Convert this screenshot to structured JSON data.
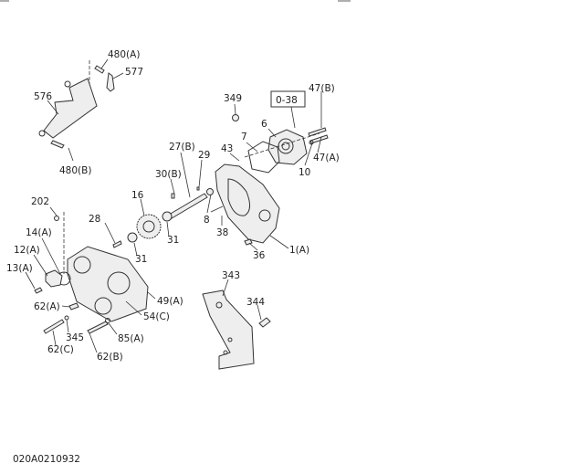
{
  "diagram_code": "020A0210932",
  "labels": {
    "l480a": "480(A)",
    "l577": "577",
    "l576": "576",
    "l480b": "480(B)",
    "l349": "349",
    "l038": "0-38",
    "l47b": "47(B)",
    "l6": "6",
    "l7": "7",
    "l43": "43",
    "l47a": "47(A)",
    "l10": "10",
    "l27b": "27(B)",
    "l29": "29",
    "l30b": "30(B)",
    "l16": "16",
    "l202": "202",
    "l28": "28",
    "l14a": "14(A)",
    "l8": "8",
    "l38": "38",
    "l31a": "31",
    "l12a": "12(A)",
    "l31b": "31",
    "l36": "36",
    "l1a": "1(A)",
    "l13a": "13(A)",
    "l343": "343",
    "l344": "344",
    "l62a": "62(A)",
    "l49a": "49(A)",
    "l54c": "54(C)",
    "l345": "345",
    "l85a": "85(A)",
    "l62c": "62(C)",
    "l62b": "62(B)"
  }
}
